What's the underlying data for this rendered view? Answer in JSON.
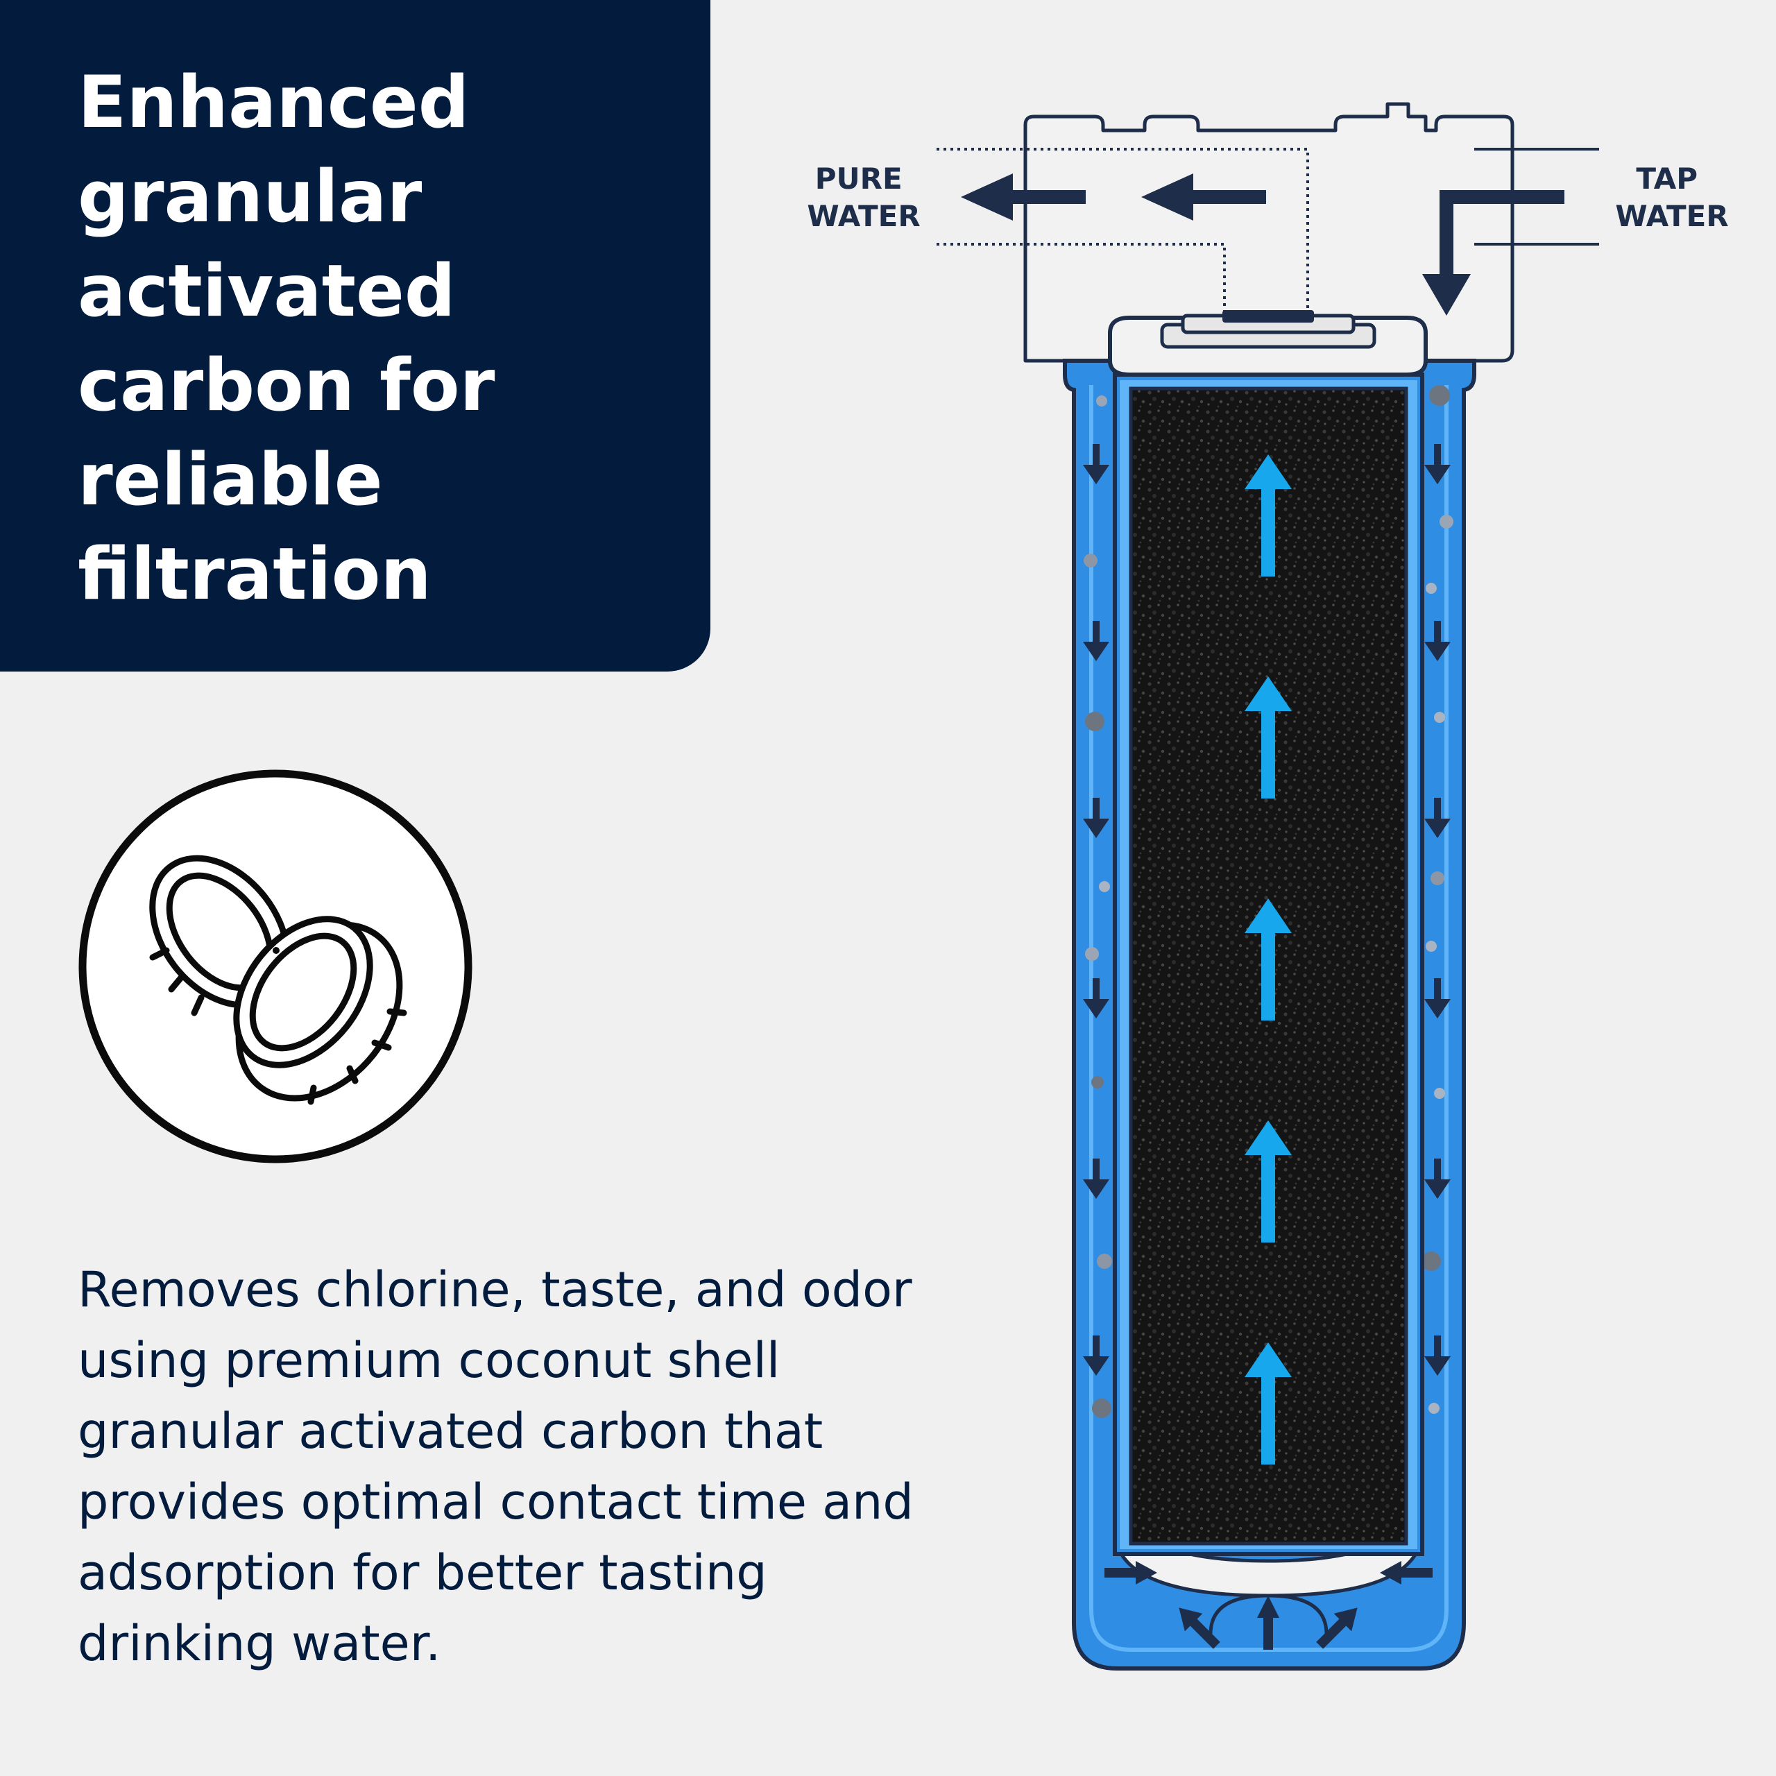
{
  "headline": {
    "lines": [
      "Enhanced",
      "granular",
      "activated",
      "carbon for",
      "reliable",
      "filtration"
    ]
  },
  "body": {
    "text": "Removes chlorine, taste, and odor using premium coconut shell granular activated carbon that provides optimal contact time and adsorption for better tasting drinking water."
  },
  "diagram": {
    "outlet_label": [
      "PURE",
      "WATER"
    ],
    "inlet_label": [
      "TAP",
      "WATER"
    ]
  },
  "icons": {
    "badge": "coconut-icon",
    "inflow": "arrow-down-icon",
    "upflow": "arrow-up-icon"
  },
  "colors": {
    "navy": "#031b3c",
    "outline": "#1d2d4a",
    "housing_blue": "#2f8de4",
    "flow_blue": "#17a7ec",
    "carbon": "#141414",
    "background": "#f0f0f1"
  }
}
